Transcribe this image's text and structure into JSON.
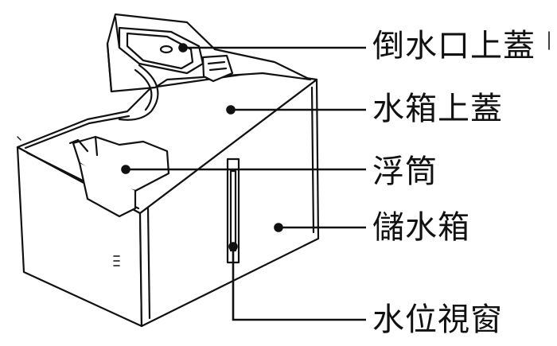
{
  "callouts": [
    {
      "label": "倒水口上蓋"
    },
    {
      "label": "水箱上蓋"
    },
    {
      "label": "浮筒"
    },
    {
      "label": "儲水箱"
    },
    {
      "label": "水位視窗"
    }
  ],
  "colors": {
    "ink": "#111111",
    "background": "#ffffff"
  }
}
